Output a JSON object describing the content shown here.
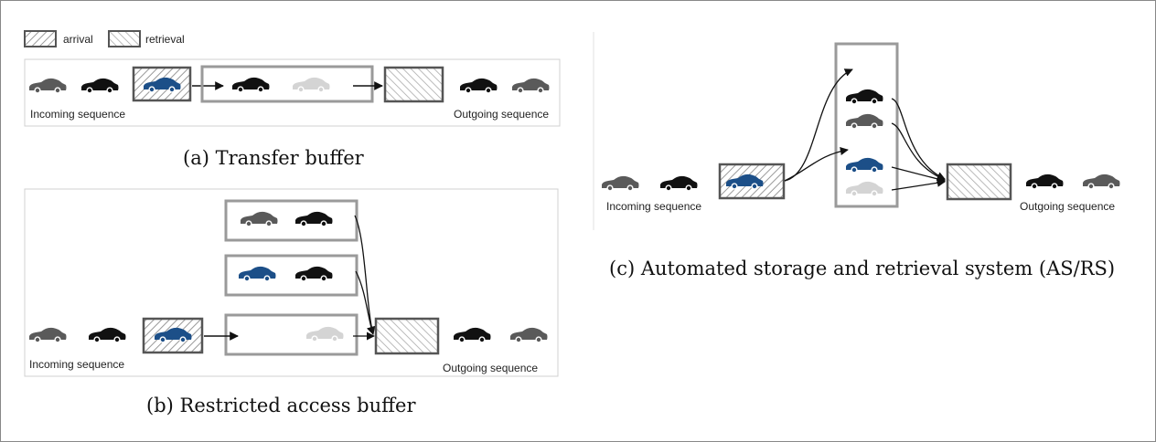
{
  "legend": {
    "arrival": "arrival",
    "retrieval": "retrieval"
  },
  "labels": {
    "incoming": "Incoming sequence",
    "outgoing": "Outgoing sequence"
  },
  "captions": {
    "a": "(a) Transfer buffer",
    "b": "(b) Restricted access buffer",
    "c": "(c) Automated storage and retrieval system (AS/RS)"
  },
  "colors": {
    "car_dark_gray": "#5a5a5a",
    "car_black": "#111111",
    "car_blue": "#1c4f88",
    "car_light_gray": "#d4d4d4",
    "buffer_border": "#9a9a9a",
    "station_border": "#555555",
    "panel_border": "#cfcfcf"
  },
  "icons": [
    "car-icon",
    "arrival-hatch",
    "retrieval-hatch",
    "arrow"
  ]
}
